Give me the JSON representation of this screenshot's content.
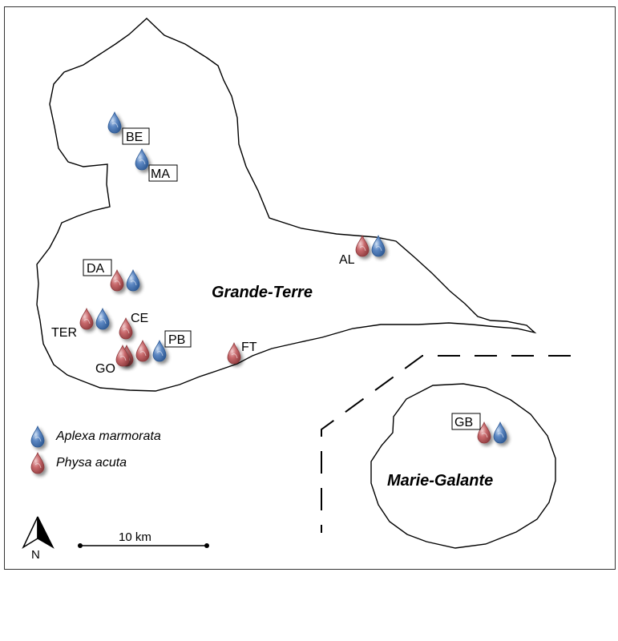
{
  "islands": [
    {
      "name": "Grande-Terre"
    },
    {
      "name": "Marie-Galante"
    }
  ],
  "species": {
    "aplexa": {
      "name": "Aplexa marmorata",
      "color": "#5b86c2",
      "dark": "#2f5a94"
    },
    "physa": {
      "name": "Physa acuta",
      "color": "#c8696c",
      "dark": "#8e3b3e"
    }
  },
  "sites": [
    {
      "code": "BE",
      "boxed": true,
      "species": [
        "aplexa"
      ]
    },
    {
      "code": "MA",
      "boxed": true,
      "species": [
        "aplexa"
      ]
    },
    {
      "code": "DA",
      "boxed": true,
      "species": [
        "physa",
        "aplexa"
      ]
    },
    {
      "code": "AL",
      "boxed": false,
      "species": [
        "physa",
        "aplexa"
      ]
    },
    {
      "code": "TER",
      "boxed": false,
      "species": [
        "physa",
        "aplexa"
      ]
    },
    {
      "code": "CE",
      "boxed": false,
      "species": [
        "physa"
      ]
    },
    {
      "code": "PB",
      "boxed": true,
      "species": [
        "physa",
        "physa",
        "aplexa"
      ]
    },
    {
      "code": "GO",
      "boxed": false,
      "species": [
        "physa"
      ]
    },
    {
      "code": "FT",
      "boxed": false,
      "species": [
        "physa"
      ]
    },
    {
      "code": "GB",
      "boxed": true,
      "species": [
        "physa",
        "aplexa"
      ]
    }
  ],
  "scale_bar": {
    "label": "10 km"
  },
  "north_arrow": {
    "label": "N"
  }
}
